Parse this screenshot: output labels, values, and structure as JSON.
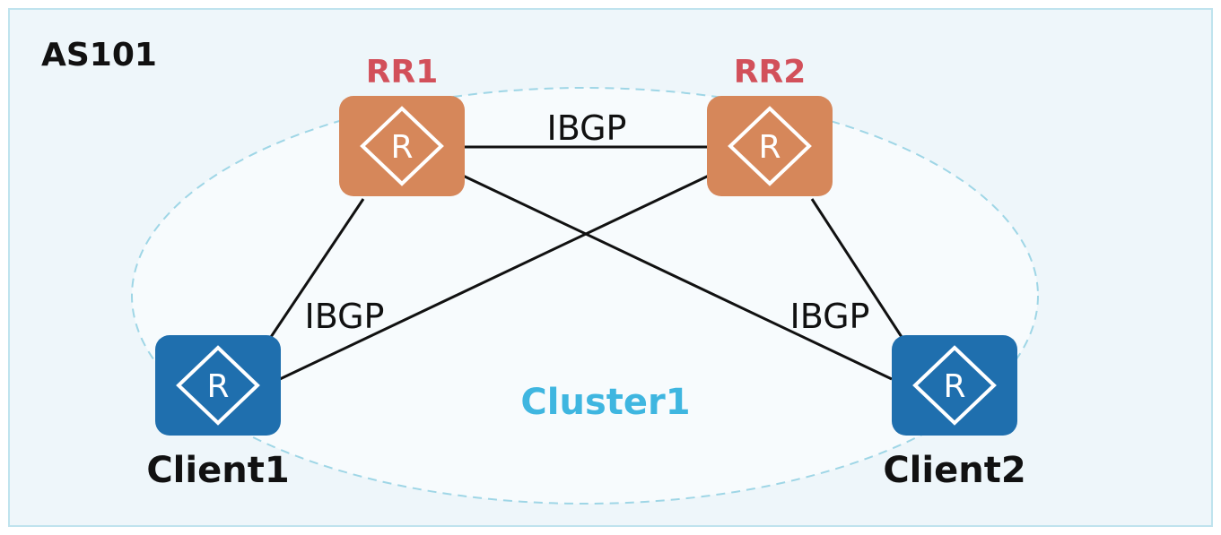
{
  "area": {
    "label": "AS101",
    "background": "#eef6fa",
    "border": "#bfe3ee"
  },
  "cluster": {
    "label": "Cluster1",
    "color": "#3fb6e0",
    "outline": "#9fd6e6"
  },
  "nodes": {
    "rr1": {
      "label": "RR1",
      "icon": "router-icon",
      "glyph": "R"
    },
    "rr2": {
      "label": "RR2",
      "icon": "router-icon",
      "glyph": "R"
    },
    "client1": {
      "label": "Client1",
      "icon": "router-icon",
      "glyph": "R"
    },
    "client2": {
      "label": "Client2",
      "icon": "router-icon",
      "glyph": "R"
    }
  },
  "links": {
    "rr_rr": {
      "label": "IBGP"
    },
    "rr1_client1": {
      "label": "IBGP"
    },
    "rr2_client2": {
      "label": "IBGP"
    }
  },
  "colors": {
    "reflector_fill": "#d6875a",
    "reflector_label": "#d2505a",
    "client_fill": "#1f6fae",
    "client_label": "#111111",
    "link": "#111111",
    "text": "#111111"
  }
}
